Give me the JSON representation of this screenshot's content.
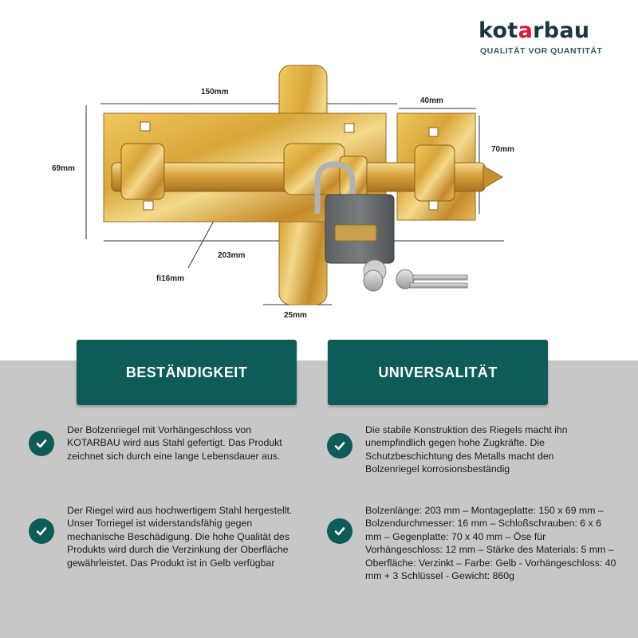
{
  "brand": {
    "name_prefix": "kot",
    "name_accent": "a",
    "name_suffix": "rbau",
    "tagline": "QUALITÄT VOR QUANTITÄT",
    "primary_color": "#17383f",
    "accent_color": "#e01830"
  },
  "dimensions": {
    "width_150": "150mm",
    "width_40": "40mm",
    "height_70": "70mm",
    "height_69": "69mm",
    "length_203": "203mm",
    "diameter": "fi16mm",
    "width_25": "25mm"
  },
  "sections": [
    {
      "title": "BESTÄNDIGKEIT",
      "paragraphs": [
        " Der Bolzenriegel mit Vorhängeschloss von KOTARBAU wird aus Stahl gefertigt. Das Produkt zeichnet sich durch eine lange Lebensdauer aus.",
        "Der Riegel wird aus hochwertigem Stahl hergestellt. Unser Torriegel ist widerstandsfähig gegen mechanische Beschädigung. Die hohe Qualität des Produkts wird durch die Verzinkung der Oberfläche gewährleistet. Das Produkt ist in Gelb verfügbar"
      ]
    },
    {
      "title": "UNIVERSALITÄT",
      "paragraphs": [
        "Die stabile Konstruktion des Riegels macht ihn unempfindlich gegen hohe Zugkräfte. Die Schutzbeschichtung des Metalls macht den Bolzenriegel korrosionsbeständig",
        "Bolzenlänge: 203 mm – Montageplatte: 150 x 69 mm – Bolzendurchmesser: 16 mm – Schloßschrauben: 6 x 6 mm – Gegenplatte: 70 x 40 mm – Öse für Vorhängeschloss: 12 mm – Stärke des Materials: 5 mm – Oberfläche: Verzinkt – Farbe: Gelb - Vorhängeschloss: 40 mm + 3 Schlüssel - Gewicht: 860g"
      ]
    }
  ],
  "colors": {
    "header_bg": "#0e5c57",
    "lower_bg": "#c8c7c8"
  }
}
